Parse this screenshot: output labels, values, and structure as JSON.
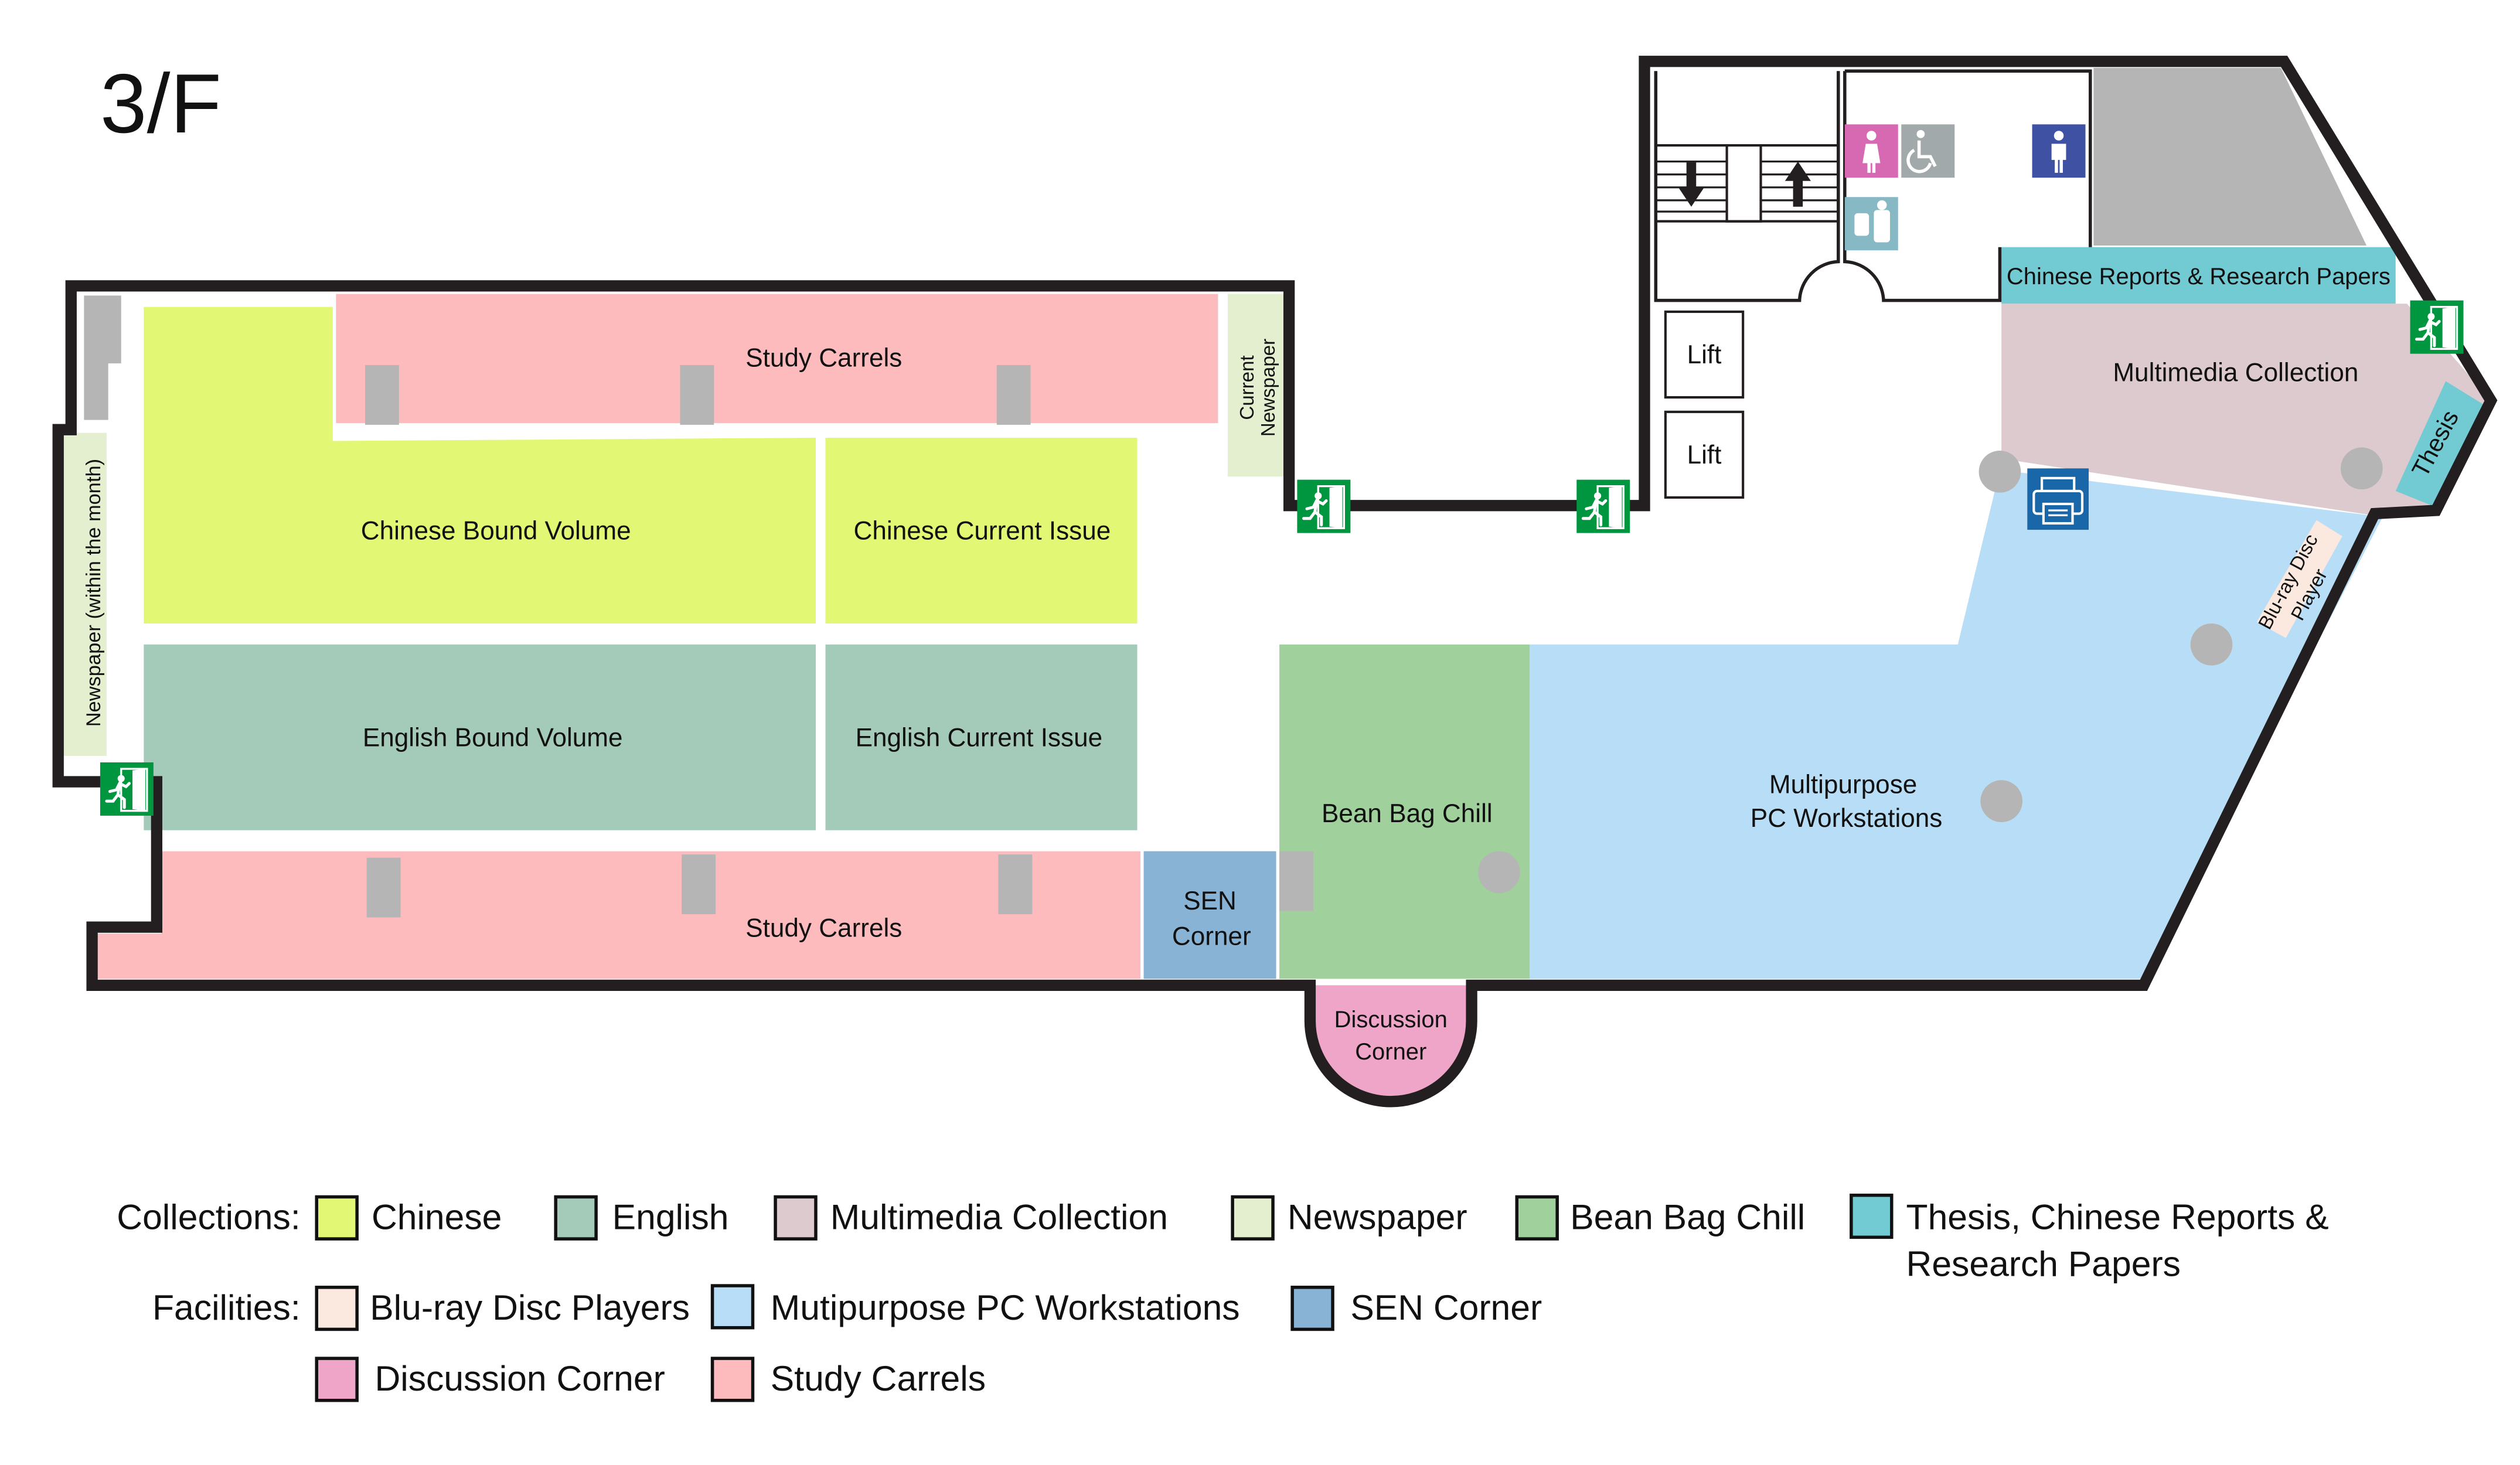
{
  "floor_label": "3/F",
  "colors": {
    "chinese": "#e2f774",
    "english": "#a4cbb9",
    "multimedia": "#dccacf",
    "newspaper": "#e4efd0",
    "bean_bag": "#a0d09c",
    "thesis_reports": "#72cbd3",
    "bluray": "#fbe9e0",
    "pc_workstations": "#b8ddf6",
    "sen_corner": "#89b3d4",
    "discussion": "#eea5c8",
    "study_carrels": "#fdbbbd",
    "pillar": "#b5b5b5",
    "wall": "#231f20",
    "exit_green": "#009640",
    "female_wc": "#d769b3",
    "accessible_wc": "#a2a9aa",
    "male_wc": "#3f51a2",
    "nursing_room": "#87b9c5",
    "printer": "#1967a8"
  },
  "areas": {
    "study_carrels_top": "Study Carrels",
    "study_carrels_bottom": "Study Carrels",
    "chinese_bound_volume": "Chinese Bound Volume",
    "chinese_current_issue": "Chinese Current Issue",
    "english_bound_volume": "English Bound Volume",
    "english_current_issue": "English Current Issue",
    "newspaper_month": "Newspaper (within the month)",
    "current_newspaper_line1": "Current",
    "current_newspaper_line2": "Newspaper",
    "sen_corner_line1": "SEN",
    "sen_corner_line2": "Corner",
    "bean_bag_chill": "Bean Bag Chill",
    "discussion_corner_line1": "Discussion",
    "discussion_corner_line2": "Corner",
    "pc_workstations_line1": "Multipurpose",
    "pc_workstations_line2": "PC Workstations",
    "multimedia_collection": "Multimedia Collection",
    "chinese_reports": "Chinese Reports & Research Papers",
    "thesis": "Thesis",
    "bluray_line1": "Blu-ray Disc",
    "bluray_line2": "Player",
    "lift_1": "Lift",
    "lift_2": "Lift"
  },
  "icons": {
    "exits": [
      "emergency-exit-icon",
      "emergency-exit-icon",
      "emergency-exit-icon",
      "emergency-exit-icon"
    ],
    "toilets": [
      "female-toilet-icon",
      "accessible-toilet-icon",
      "male-toilet-icon",
      "nursing-room-icon"
    ],
    "printer": "printer-icon",
    "stairs": [
      "stairs-down-arrow-icon",
      "stairs-up-arrow-icon"
    ]
  },
  "legend": {
    "collections_label": "Collections:",
    "collections": [
      {
        "label": "Chinese",
        "color": "#e2f774"
      },
      {
        "label": "English",
        "color": "#a4cbb9"
      },
      {
        "label": "Multimedia Collection",
        "color": "#dccacf"
      },
      {
        "label": "Newspaper",
        "color": "#e4efd0"
      },
      {
        "label": "Bean Bag Chill",
        "color": "#a0d09c"
      },
      {
        "label": "Thesis, Chinese Reports &",
        "label_line2": "Research Papers",
        "color": "#72cbd3"
      }
    ],
    "facilities_label": "Facilities:",
    "facilities": [
      {
        "label": "Blu-ray Disc Players",
        "color": "#fbe9e0"
      },
      {
        "label": "Mutipurpose PC Workstations",
        "color": "#b8ddf6"
      },
      {
        "label": "SEN Corner",
        "color": "#89b3d4"
      },
      {
        "label": "Discussion Corner",
        "color": "#eea5c8"
      },
      {
        "label": "Study Carrels",
        "color": "#fdbbbd"
      }
    ]
  }
}
